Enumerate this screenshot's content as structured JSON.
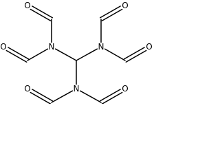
{
  "molecule": {
    "atoms": [
      {
        "id": "C1",
        "element": "C",
        "label": ""
      },
      {
        "id": "N1",
        "element": "N",
        "label": "N"
      },
      {
        "id": "N2",
        "element": "N",
        "label": "N"
      },
      {
        "id": "N3",
        "element": "N",
        "label": "N"
      },
      {
        "id": "C2",
        "element": "C",
        "label": ""
      },
      {
        "id": "C3",
        "element": "C",
        "label": ""
      },
      {
        "id": "C4",
        "element": "C",
        "label": ""
      },
      {
        "id": "C5",
        "element": "C",
        "label": ""
      },
      {
        "id": "C6",
        "element": "C",
        "label": ""
      },
      {
        "id": "C7",
        "element": "C",
        "label": ""
      },
      {
        "id": "O1",
        "element": "O",
        "label": "O"
      },
      {
        "id": "O2",
        "element": "O",
        "label": "O"
      },
      {
        "id": "O3",
        "element": "O",
        "label": "O"
      },
      {
        "id": "O4",
        "element": "O",
        "label": "O"
      },
      {
        "id": "O5",
        "element": "O",
        "label": "O"
      },
      {
        "id": "O6",
        "element": "O",
        "label": "O"
      }
    ],
    "bonds": [
      {
        "from": "C1",
        "to": "N1",
        "order": 1
      },
      {
        "from": "C1",
        "to": "N2",
        "order": 1
      },
      {
        "from": "C1",
        "to": "N3",
        "order": 1
      },
      {
        "from": "N1",
        "to": "C2",
        "order": 1
      },
      {
        "from": "C2",
        "to": "O1",
        "order": 2
      },
      {
        "from": "N1",
        "to": "C3",
        "order": 1
      },
      {
        "from": "C3",
        "to": "O2",
        "order": 2
      },
      {
        "from": "N2",
        "to": "C4",
        "order": 1
      },
      {
        "from": "C4",
        "to": "O3",
        "order": 2
      },
      {
        "from": "N2",
        "to": "C5",
        "order": 1
      },
      {
        "from": "C5",
        "to": "O4",
        "order": 2
      },
      {
        "from": "N3",
        "to": "C6",
        "order": 1
      },
      {
        "from": "C6",
        "to": "O5",
        "order": 2
      },
      {
        "from": "N3",
        "to": "C7",
        "order": 1
      },
      {
        "from": "C7",
        "to": "O6",
        "order": 2
      }
    ]
  }
}
